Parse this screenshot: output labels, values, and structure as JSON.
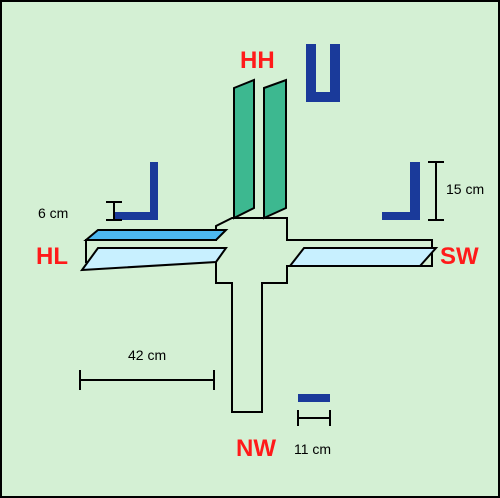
{
  "colors": {
    "background": "#d4f0d4",
    "label_red": "#ff1a1a",
    "profile_blue": "#1a3a9a",
    "teal_panel": "#3db890",
    "sky_panel": "#4db8f0",
    "light_panel": "#c8f0ff",
    "outline": "#000000"
  },
  "labels": {
    "hh": "HH",
    "hl": "HL",
    "sw": "SW",
    "nw": "NW"
  },
  "dimensions": {
    "d6": "6 cm",
    "d15": "15 cm",
    "d42": "42 cm",
    "d11": "11 cm"
  },
  "profiles": {
    "hh": "u-channel-icon",
    "hl": "l-angle-icon",
    "sw": "l-angle-icon",
    "nw": "flat-bar-icon"
  }
}
